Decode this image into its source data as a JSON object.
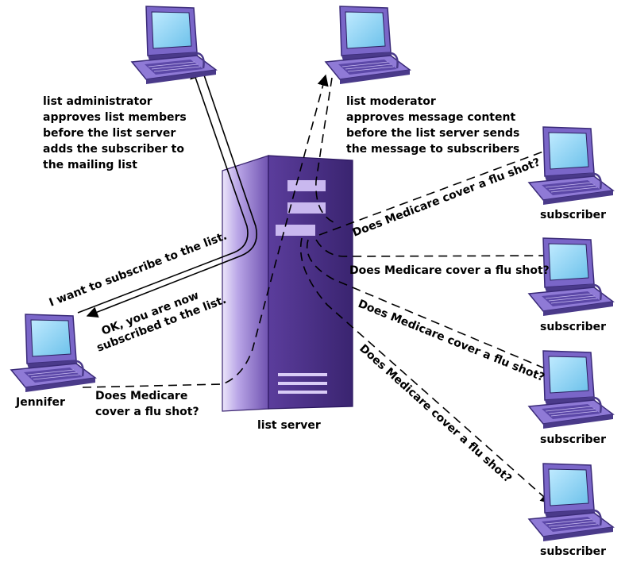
{
  "administrator": {
    "description": [
      "list administrator",
      "approves list members",
      "before the list server",
      "adds the subscriber to",
      "the mailing list"
    ]
  },
  "moderator": {
    "description": [
      "list moderator",
      "approves message content",
      "before the list server sends",
      "the message to subscribers"
    ]
  },
  "jennifer": {
    "label": "Jennifer",
    "request": "I want to subscribe to the list.",
    "confirmation": [
      "OK, you are now",
      "subscribed to the list."
    ],
    "message": [
      "Does Medicare",
      "cover a flu shot?"
    ]
  },
  "server": {
    "label": "list server"
  },
  "broadcast_message": "Does Medicare cover a flu shot?",
  "subscribers": [
    {
      "label": "subscriber"
    },
    {
      "label": "subscriber"
    },
    {
      "label": "subscriber"
    },
    {
      "label": "subscriber"
    }
  ],
  "colors": {
    "laptop_body": "#7a66c8",
    "laptop_dark": "#4a3a8a",
    "screen": "#8fd4f2",
    "server_front": "#6f52b0",
    "server_side": "#4a2f86",
    "server_slot": "#c9b8ef"
  }
}
